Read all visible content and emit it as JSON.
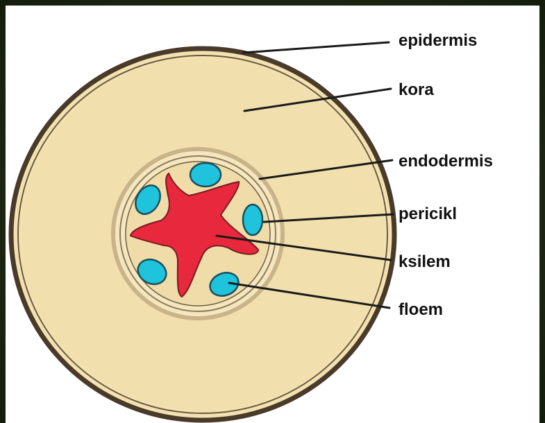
{
  "diagram": {
    "labels": {
      "epidermis": "epidermis",
      "kora": "kora",
      "endodermis": "endodermis",
      "pericikl": "pericikl",
      "ksilem": "ksilem",
      "floem": "floem"
    },
    "colors": {
      "background_frame": "#1f2a14",
      "panel": "#ffffff",
      "epidermis_outline": "#4a3a2a",
      "cortex_fill": "#f3e2b0",
      "endodermis_ring": "#c9b48a",
      "pericycle_fill": "#f5e6bd",
      "xylem": "#e8283c",
      "phloem": "#1fc3dc"
    }
  }
}
